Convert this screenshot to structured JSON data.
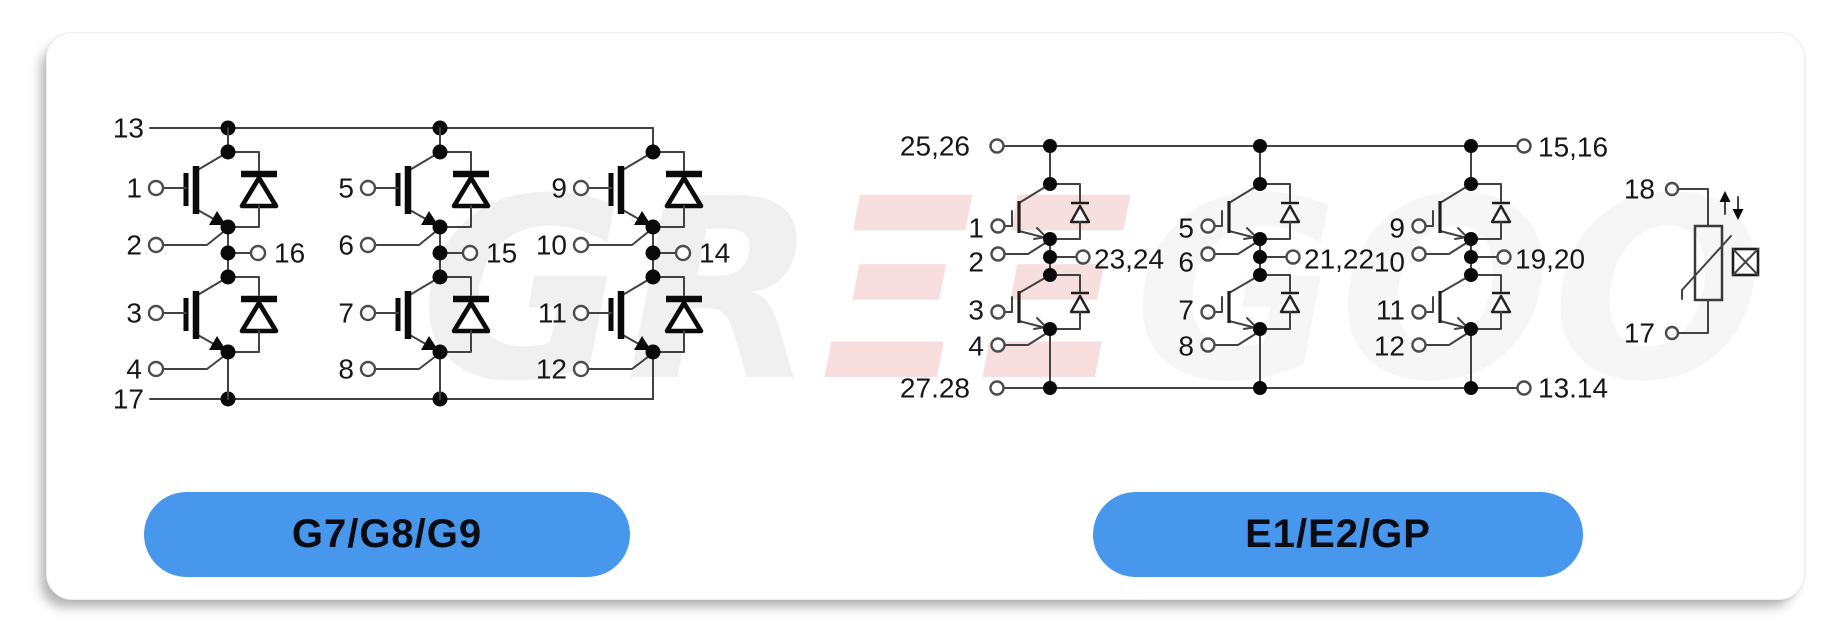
{
  "accent_color": "#4797ec",
  "watermark": {
    "text": "GREEGOO",
    "letters": [
      "G",
      "R",
      "Ξ",
      "Ξ",
      "G",
      "O",
      "O"
    ],
    "gray_color": "rgba(60,60,60,0.075)",
    "red_color": "rgba(200,35,42,0.15)"
  },
  "modules": [
    {
      "button_label": "G7/G8/G9",
      "top_bus_pin": "13",
      "bottom_bus_pin": "17",
      "legs": [
        {
          "gate_top": "1",
          "emitter_top": "2",
          "midpoint": "16",
          "gate_bottom": "3",
          "emitter_bottom": "4"
        },
        {
          "gate_top": "5",
          "emitter_top": "6",
          "midpoint": "15",
          "gate_bottom": "7",
          "emitter_bottom": "8"
        },
        {
          "gate_top": "9",
          "emitter_top": "10",
          "midpoint": "14",
          "gate_bottom": "11",
          "emitter_bottom": "12"
        }
      ]
    },
    {
      "button_label": "E1/E2/GP",
      "top_bus_left_pin": "25,26",
      "top_bus_right_pin": "15,16",
      "bottom_bus_left_pin": "27.28",
      "bottom_bus_right_pin": "13.14",
      "legs": [
        {
          "gate_top": "1",
          "emitter_top": "2",
          "midpoint": "23,24",
          "gate_bottom": "3",
          "emitter_bottom": "4"
        },
        {
          "gate_top": "5",
          "emitter_top": "6",
          "midpoint": "21,22",
          "gate_bottom": "7",
          "emitter_bottom": "8"
        },
        {
          "gate_top": "9",
          "emitter_top": "10",
          "midpoint": "19,20",
          "gate_bottom": "11",
          "emitter_bottom": "12"
        }
      ],
      "thermistor": {
        "top_pin": "18",
        "bottom_pin": "17"
      }
    }
  ]
}
